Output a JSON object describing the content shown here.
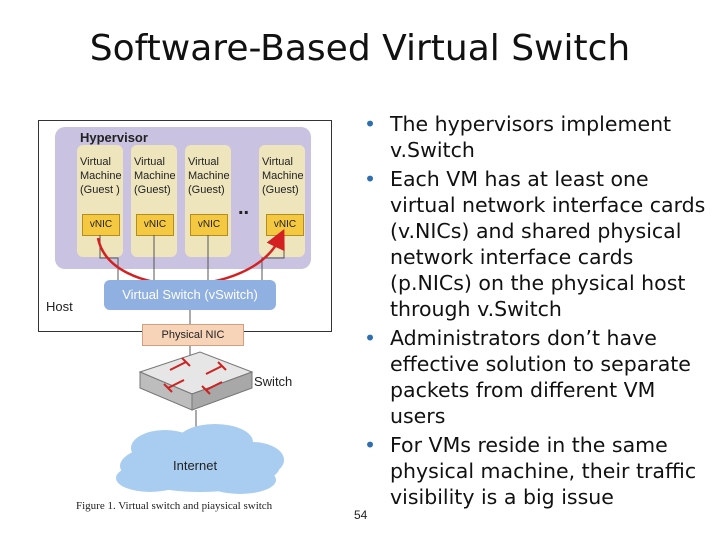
{
  "title": "Software-Based Virtual Switch",
  "diagram": {
    "host_label": "Host",
    "hypervisor_label": "Hypervisor",
    "vms": [
      {
        "line1": "Virtual",
        "line2": "Machine",
        "line3": "(Guest )",
        "nic": "vNIC"
      },
      {
        "line1": "Virtual",
        "line2": "Machine",
        "line3": "(Guest)",
        "nic": "vNIC"
      },
      {
        "line1": "Virtual",
        "line2": "Machine",
        "line3": "(Guest)",
        "nic": "vNIC"
      },
      {
        "line1": "Virtual",
        "line2": "Machine",
        "line3": "(Guest)",
        "nic": "vNIC"
      }
    ],
    "dots": "..",
    "vswitch_label": "Virtual Switch (vSwitch)",
    "physical_nic_label": "Physical NIC",
    "switch_label": "Switch",
    "internet_label": "Internet",
    "caption": "Figure 1.   Virtual switch and piaysical switch",
    "colors": {
      "hypervisor": "#c9c2e0",
      "vm": "#eee5bd",
      "vnic": "#f5c842",
      "vswitch": "#8fb0e0",
      "physical_nic": "#f7d3b8",
      "cloud": "#a9cdf0",
      "arrow": "#d42020"
    }
  },
  "bullets": [
    "The hypervisors implement v.Switch",
    "Each VM has at least one virtual network interface cards (v.NICs) and shared physical network interface cards (p.NICs) on the physical host through v.Switch",
    "Administrators don’t have effective solution to separate packets from different VM users",
    "For VMs reside in the same physical machine, their traffic visibility is a big issue"
  ],
  "page_number": "54"
}
